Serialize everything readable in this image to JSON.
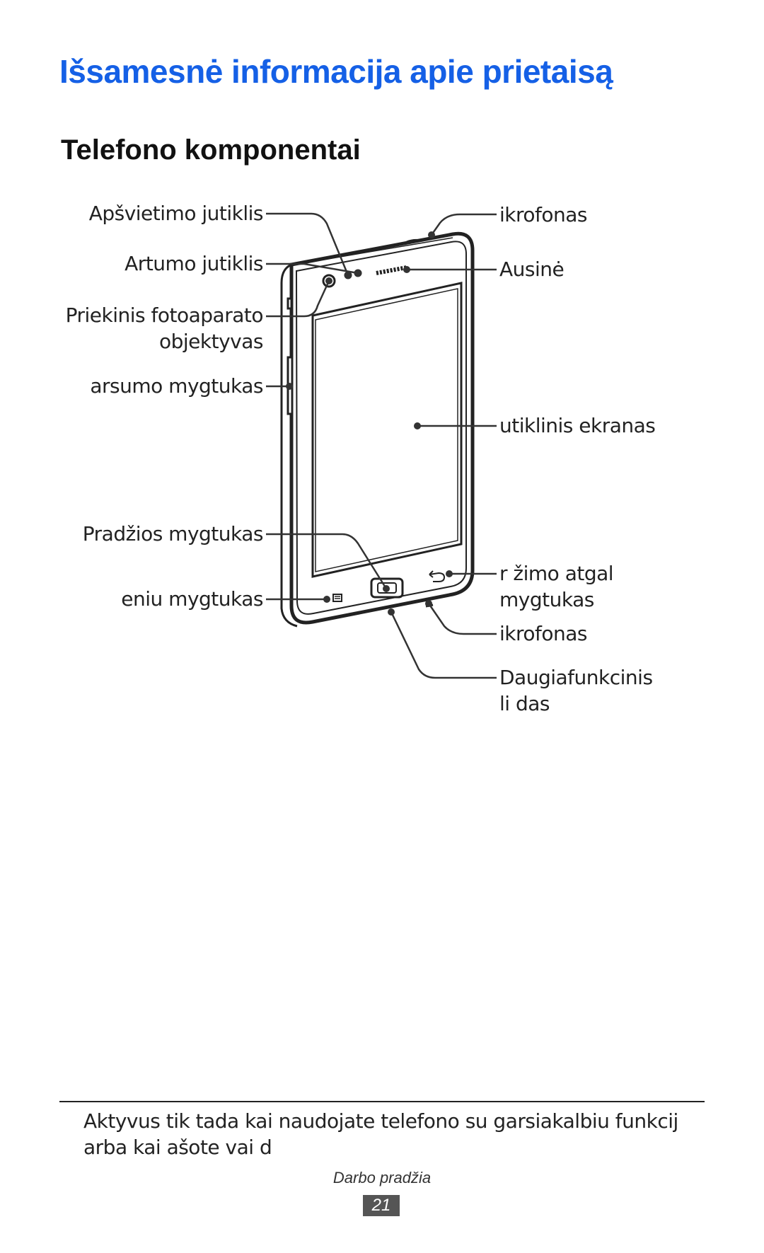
{
  "page_title": "Išsamesnė informacija apie prietaisą",
  "section": {
    "number": "",
    "title": "Telefono komponentai"
  },
  "labels": {
    "light_sensor": "Apšvietimo jutiklis",
    "proximity_sensor": "Artumo jutiklis",
    "front_camera_line1": "Priekinis fotoaparato",
    "front_camera_line2": "objektyvas",
    "volume_button": "arsumo mygtukas",
    "home_button": "Pradžios mygtukas",
    "menu_button": "eniu mygtukas",
    "mic_top": "ikrofonas",
    "earpiece": "Ausinė",
    "touchscreen": "utiklinis ekranas",
    "back_button_line1": "r  žimo atgal",
    "back_button_line2": "mygtukas",
    "mic_bottom": "ikrofonas",
    "multifunction_jack_line1": "Daugiafunkcinis",
    "multifunction_jack_line2": "li  das"
  },
  "footnote": {
    "line1": "Aktyvus tik tada  kai naudojate telefono su garsiakalbiu funkcij",
    "line2": "arba kai  ašote vai  d"
  },
  "footer": {
    "section_name": "Darbo pradžia",
    "page_number": "21"
  }
}
